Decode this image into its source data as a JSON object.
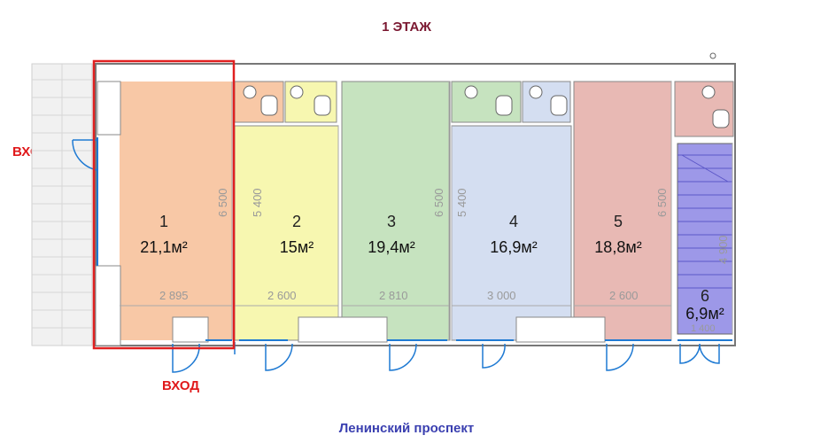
{
  "floor_title": "1 ЭТАЖ",
  "street_label": "Ленинский проспект",
  "entrance_labels": [
    "ВХОД",
    "ВХОД"
  ],
  "rooms": [
    {
      "number": "1",
      "area": "21,1м²",
      "width_dim": "2 895",
      "height_dim": "6 500",
      "color": "#f8c8a6"
    },
    {
      "number": "2",
      "area": "15м²",
      "width_dim": "2 600",
      "height_dim": "5 400",
      "color": "#f7f7b0"
    },
    {
      "number": "3",
      "area": "19,4м²",
      "width_dim": "2 810",
      "height_dim": "6 500",
      "color": "#c6e3bf"
    },
    {
      "number": "4",
      "area": "16,9м²",
      "width_dim": "3 000",
      "height_dim": "5 400",
      "color": "#d4def1"
    },
    {
      "number": "5",
      "area": "18,8м²",
      "width_dim": "2 600",
      "height_dim": "6 500",
      "color": "#e8b9b4"
    },
    {
      "number": "6",
      "area": "6,9м²",
      "width_dim": "1 400",
      "height_dim": "4 900",
      "color": "#9d98e8"
    }
  ],
  "colors": {
    "wall": "#666666",
    "door": "#1f7ad3",
    "highlight": "#e02020",
    "title": "#7a1730",
    "street": "#3a3fb0",
    "entry": "#e0191b"
  }
}
